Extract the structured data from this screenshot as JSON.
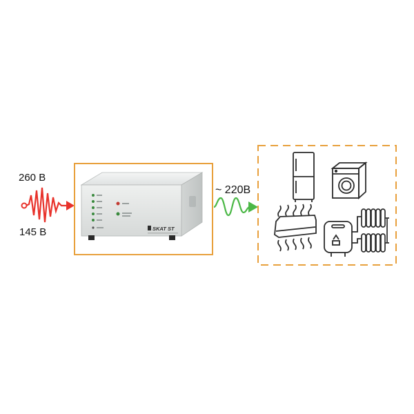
{
  "input": {
    "high_voltage": "260 В",
    "low_voltage": "145 В",
    "wave_color": "#e8322b"
  },
  "device": {
    "brand": "SKAT ST",
    "frame_color": "#e8a03c",
    "indicators": [
      "",
      "",
      "",
      "",
      ""
    ],
    "status_labels": [
      "",
      ""
    ]
  },
  "output": {
    "voltage": "~ 220В",
    "wave_color": "#4cb847"
  },
  "appliances": {
    "frame_color": "#e8a03c",
    "items": [
      "refrigerator-icon",
      "washing-machine-icon",
      "air-conditioner-icon",
      "water-heater-icon",
      "radiator-icon"
    ]
  }
}
